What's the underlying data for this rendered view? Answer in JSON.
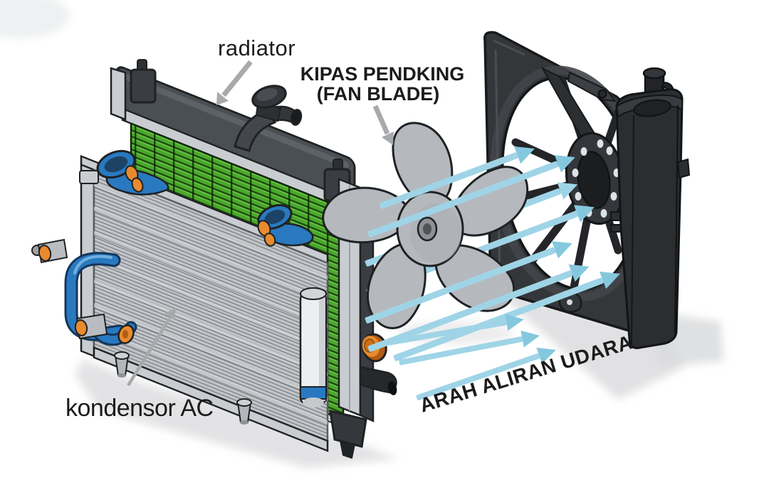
{
  "illustration": {
    "labels": {
      "radiator": "radiator",
      "fan_line1": "KIPAS PENDKING",
      "fan_line2": "(FAN BLADE)",
      "condenser": "kondensor AC",
      "airflow_direction": "ARAH ALIRAN UDARA"
    },
    "components": [
      "radiator",
      "kondensor AC (AC condenser)",
      "kipas pendingin (fan blade)",
      "fan shroud",
      "coolant reservoir tank",
      "airflow arrows"
    ]
  },
  "colors": {
    "text": "#1b1b1b",
    "arrow-blue": "#9fd4e7",
    "arrow-blue-deep": "#85c8de",
    "label-arrow": "#a7a9ab",
    "shadow": "#d9dadc",
    "fan-gray": "#b5b9bd",
    "outline": "#1f2123",
    "shroud": "#34373a",
    "shroud-dark": "#17191b",
    "reservoir": "#2b2e31",
    "radiator-tank": "#4a4f54",
    "frame-silver": "#c9cdd1",
    "core-green": "#4aa82c",
    "core-green-dark": "#1d4710",
    "core-green-light": "#74cf4c",
    "condenser-gray": "#bcc0c4",
    "condenser-line": "#7f8387",
    "pipe-blue": "#2979c0",
    "pipe-blue-dark": "#14365c",
    "fitting-orange": "#e98a2e",
    "drier-white": "#eceeef",
    "bg": "#ffffff"
  }
}
